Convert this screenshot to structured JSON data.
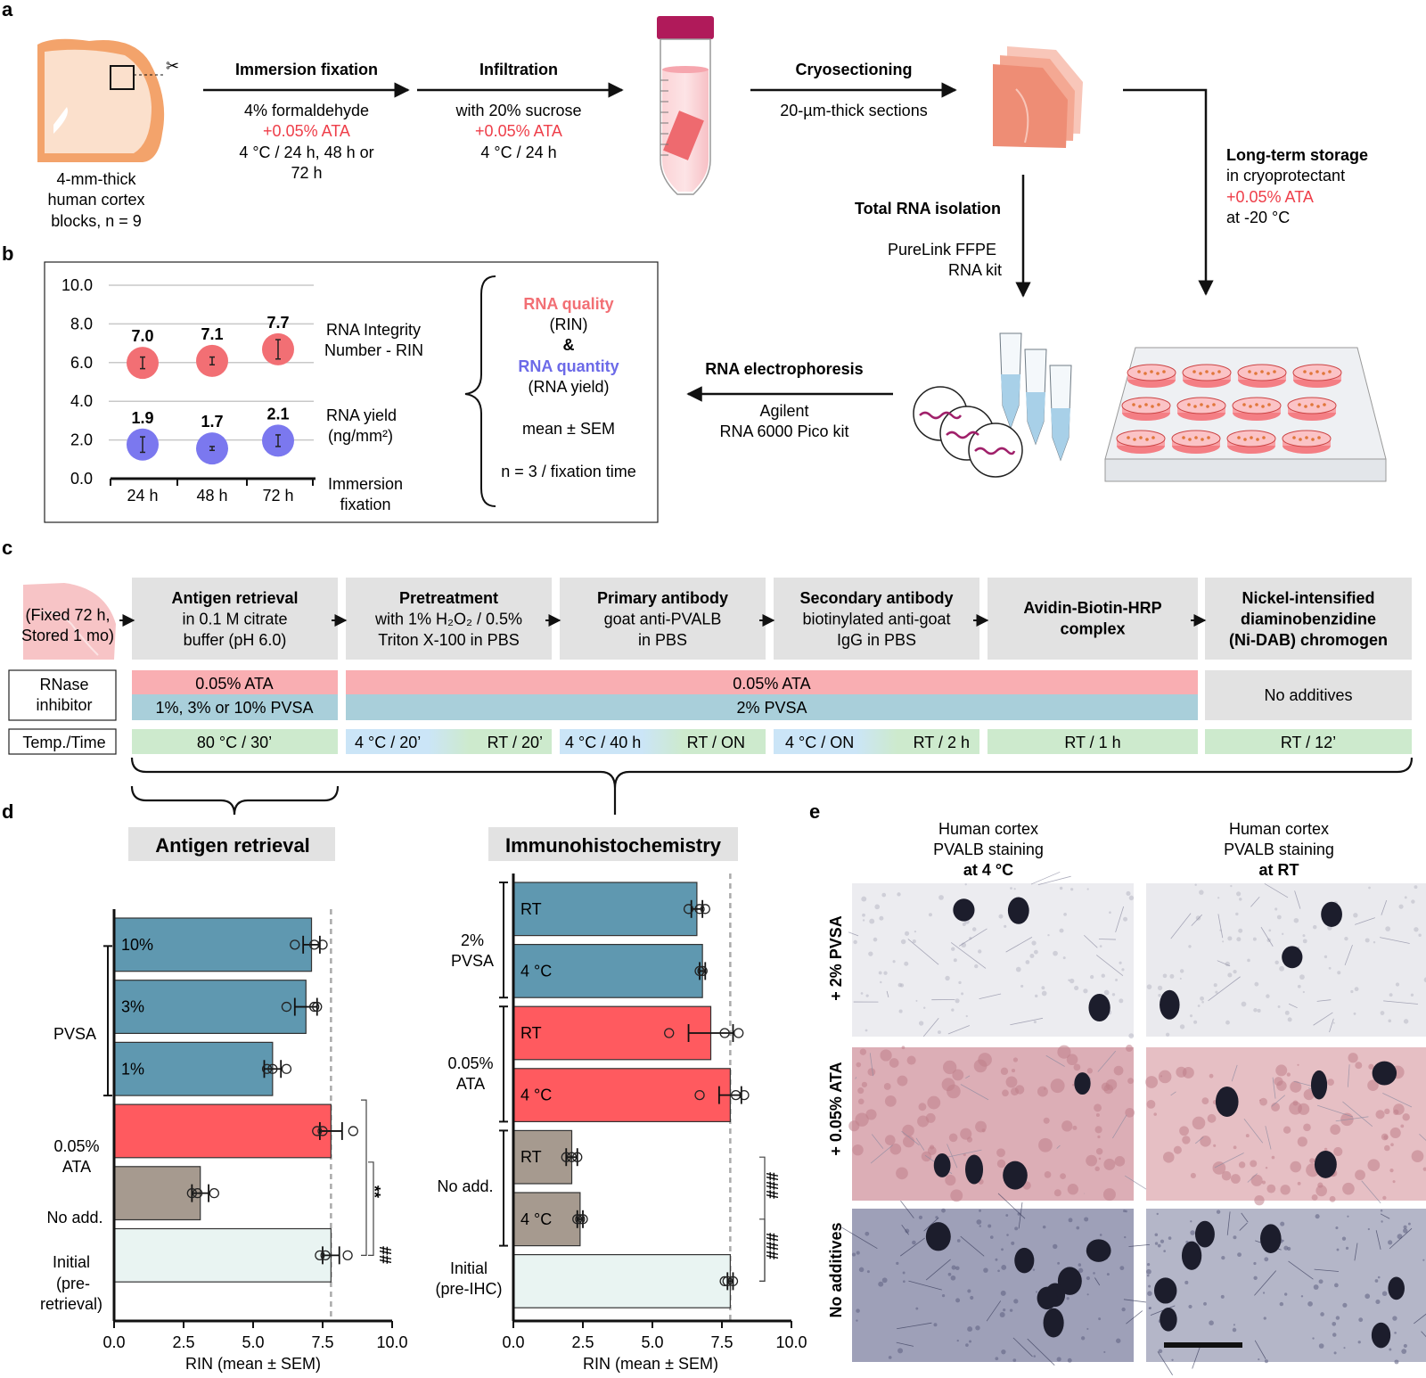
{
  "panel_labels": [
    "a",
    "b",
    "c",
    "d",
    "e"
  ],
  "colors": {
    "ata_red": "#ff5a5f",
    "pvsa_blue": "#5f98b0",
    "no_add_gray": "#a69a8f",
    "initial_light": "#e9f4f2",
    "rin_marker_red": "#f26f74",
    "yield_marker_blue": "#7b78ef",
    "ata_text": "#ee3e49",
    "rna_quantity_text": "#6c6ae8",
    "step_box": "#e2e2e2",
    "inhibitor_red": "#f9aeb2",
    "inhibitor_blue": "#a9cfda",
    "temp_green": "#cdeacd",
    "temp_cold": "#cbe5f7"
  },
  "workflow": {
    "block_caption": [
      "4-mm-thick",
      "human cortex",
      "blocks, n = 9"
    ],
    "immersion_title": "Immersion fixation",
    "immersion_lines": [
      "4% formaldehyde",
      "+0.05% ATA",
      "4 °C / 24 h, 48 h or",
      "72 h"
    ],
    "infiltration_title": "Infiltration",
    "infiltration_lines": [
      "with 20% sucrose",
      "+0.05% ATA",
      "4 °C / 24 h"
    ],
    "cryo_title": "Cryosectioning",
    "cryo_line": "20-µm-thick sections",
    "storage_title": "Long-term storage",
    "storage_lines": [
      "in cryoprotectant",
      "+0.05% ATA",
      "at -20 °C"
    ],
    "rna_isolation_title": "Total RNA isolation",
    "rna_isolation_lines": [
      "PureLink FFPE",
      "RNA kit"
    ],
    "electro_title": "RNA electrophoresis",
    "electro_lines": [
      "Agilent",
      "RNA 6000 Pico kit"
    ]
  },
  "panel_b": {
    "rin_label": [
      "RNA Integrity",
      "Number - RIN"
    ],
    "yield_label": [
      "RNA yield",
      "(ng/mm²)"
    ],
    "x_caption": [
      "Immersion",
      "fixation"
    ],
    "brace_quality": "RNA quality",
    "brace_rin": "(RIN)",
    "brace_amp": "&",
    "brace_quantity": "RNA quantity",
    "brace_yield": "(RNA yield)",
    "brace_stat": "mean ± SEM",
    "brace_n": "n = 3 / fixation time"
  },
  "panel_c": {
    "tissue_label": [
      "(Fixed 72 h,",
      "Stored 1 mo)"
    ],
    "steps": [
      {
        "title": "Antigen retrieval",
        "lines": [
          "in 0.1 M citrate",
          "buffer (pH 6.0)"
        ]
      },
      {
        "title": "Pretreatment",
        "lines": [
          "with 1% H₂O₂ / 0.5%",
          "Triton X-100 in PBS"
        ]
      },
      {
        "title": "Primary antibody",
        "lines": [
          "goat anti-PVALB",
          "in PBS"
        ]
      },
      {
        "title": "Secondary antibody",
        "lines": [
          "biotinylated anti-goat",
          "IgG in PBS"
        ]
      },
      {
        "title": "Avidin-Biotin-HRP",
        "lines": [
          "complex"
        ]
      },
      {
        "title": "Nickel-intensified",
        "lines": [
          "diaminobenzidine",
          "(Ni-DAB) chromogen"
        ]
      }
    ],
    "inhibitor_header": [
      "RNase",
      "inhibitor"
    ],
    "inhibitor_ata_retrieval": "0.05% ATA",
    "inhibitor_pvsa_retrieval": "1%, 3% or 10% PVSA",
    "inhibitor_ata_ihc": "0.05% ATA",
    "inhibitor_pvsa_ihc": "2% PVSA",
    "inhibitor_none": "No additives",
    "temp_header": "Temp./Time",
    "temps": {
      "retrieval": "80 °C / 30’",
      "pre_cold": "4 °C / 20’",
      "pre_rt": "RT / 20’",
      "prim_cold": "4 °C / 40 h",
      "prim_rt": "RT / ON",
      "sec_cold": "4 °C / ON",
      "sec_rt": "RT / 2 h",
      "abc": "RT / 1 h",
      "dab": "RT / 12’"
    }
  },
  "panel_d": {
    "left_title": "Antigen retrieval",
    "right_title": "Immunohistochemistry",
    "xlabel": "RIN (mean ± SEM)",
    "left_groups": {
      "pvsa": "PVSA",
      "ata": [
        "0.05%",
        "ATA"
      ],
      "noadd": "No add.",
      "initial": [
        "Initial",
        "(pre-",
        "retrieval)"
      ]
    },
    "right_groups": {
      "pvsa": [
        "2%",
        "PVSA"
      ],
      "ata": [
        "0.05%",
        "ATA"
      ],
      "noadd": "No add.",
      "initial": [
        "Initial",
        "(pre-IHC)"
      ]
    },
    "sig_left": [
      "**",
      "##"
    ],
    "sig_right": [
      "###",
      "###"
    ]
  },
  "panel_e": {
    "col1": [
      "Human cortex",
      "PVALB staining",
      "at 4 °C"
    ],
    "col2": [
      "Human cortex",
      "PVALB staining",
      "at RT"
    ],
    "rows": [
      "+ 2% PVSA",
      "+ 0.05% ATA",
      "No additives"
    ]
  },
  "chart_data": [
    {
      "type": "scatter",
      "panel": "b",
      "x": [
        "24 h",
        "48 h",
        "72 h"
      ],
      "ylim": [
        0,
        10
      ],
      "yticks": [
        "0.0",
        "2.0",
        "4.0",
        "6.0",
        "8.0",
        "10.0"
      ],
      "series": [
        {
          "name": "RNA Integrity Number - RIN",
          "values": [
            7.0,
            7.1,
            7.7
          ],
          "labels": [
            "7.0",
            "7.1",
            "7.7"
          ],
          "sem": [
            0.3,
            0.2,
            0.5
          ]
        },
        {
          "name": "RNA yield (ng/mm²)",
          "values": [
            1.9,
            1.7,
            2.1
          ],
          "labels": [
            "1.9",
            "1.7",
            "2.1"
          ],
          "sem": [
            0.4,
            0.1,
            0.3
          ]
        }
      ]
    },
    {
      "type": "bar",
      "panel": "d-left",
      "title": "Antigen retrieval",
      "xlabel": "RIN (mean ± SEM)",
      "xlim": [
        0,
        10
      ],
      "xticks": [
        "0.0",
        "2.5",
        "5.0",
        "7.5",
        "10.0"
      ],
      "reference_line": 7.8,
      "categories": [
        "10%",
        "3%",
        "1%",
        "0.05% ATA",
        "No add.",
        "Initial (pre-retrieval)"
      ],
      "bar_labels": [
        "10%",
        "3%",
        "1%",
        "",
        "",
        ""
      ],
      "groups": [
        "pvsa",
        "pvsa",
        "pvsa",
        "ata",
        "noadd",
        "initial"
      ],
      "values": [
        7.1,
        6.9,
        5.7,
        7.8,
        3.1,
        7.8
      ],
      "sem": [
        0.3,
        0.4,
        0.3,
        0.4,
        0.3,
        0.3
      ],
      "points": [
        [
          6.5,
          7.2,
          7.5
        ],
        [
          6.2,
          7.2,
          7.3
        ],
        [
          5.5,
          5.7,
          6.2
        ],
        [
          7.3,
          7.5,
          8.6
        ],
        [
          2.8,
          3.0,
          3.6
        ],
        [
          7.4,
          7.6,
          8.4
        ]
      ]
    },
    {
      "type": "bar",
      "panel": "d-right",
      "title": "Immunohistochemistry",
      "xlabel": "RIN (mean ± SEM)",
      "xlim": [
        0,
        10
      ],
      "xticks": [
        "0.0",
        "2.5",
        "5.0",
        "7.5",
        "10.0"
      ],
      "reference_line": 7.8,
      "categories": [
        "RT",
        "4 °C",
        "RT",
        "4 °C",
        "RT",
        "4 °C",
        "Initial (pre-IHC)"
      ],
      "bar_labels": [
        "RT",
        "4 °C",
        "RT",
        "4 °C",
        "RT",
        "4 °C",
        ""
      ],
      "groups": [
        "pvsa",
        "pvsa",
        "ata",
        "ata",
        "noadd",
        "noadd",
        "initial"
      ],
      "values": [
        6.6,
        6.8,
        7.1,
        7.8,
        2.1,
        2.4,
        7.8
      ],
      "sem": [
        0.2,
        0.1,
        0.8,
        0.4,
        0.2,
        0.1,
        0.1
      ],
      "points": [
        [
          6.3,
          6.7,
          6.9
        ],
        [
          6.7,
          6.8,
          6.8
        ],
        [
          5.6,
          7.6,
          8.1
        ],
        [
          6.7,
          8.0,
          8.3
        ],
        [
          1.9,
          2.1,
          2.3
        ],
        [
          2.3,
          2.4,
          2.5
        ],
        [
          7.6,
          7.7,
          7.9
        ]
      ]
    }
  ]
}
